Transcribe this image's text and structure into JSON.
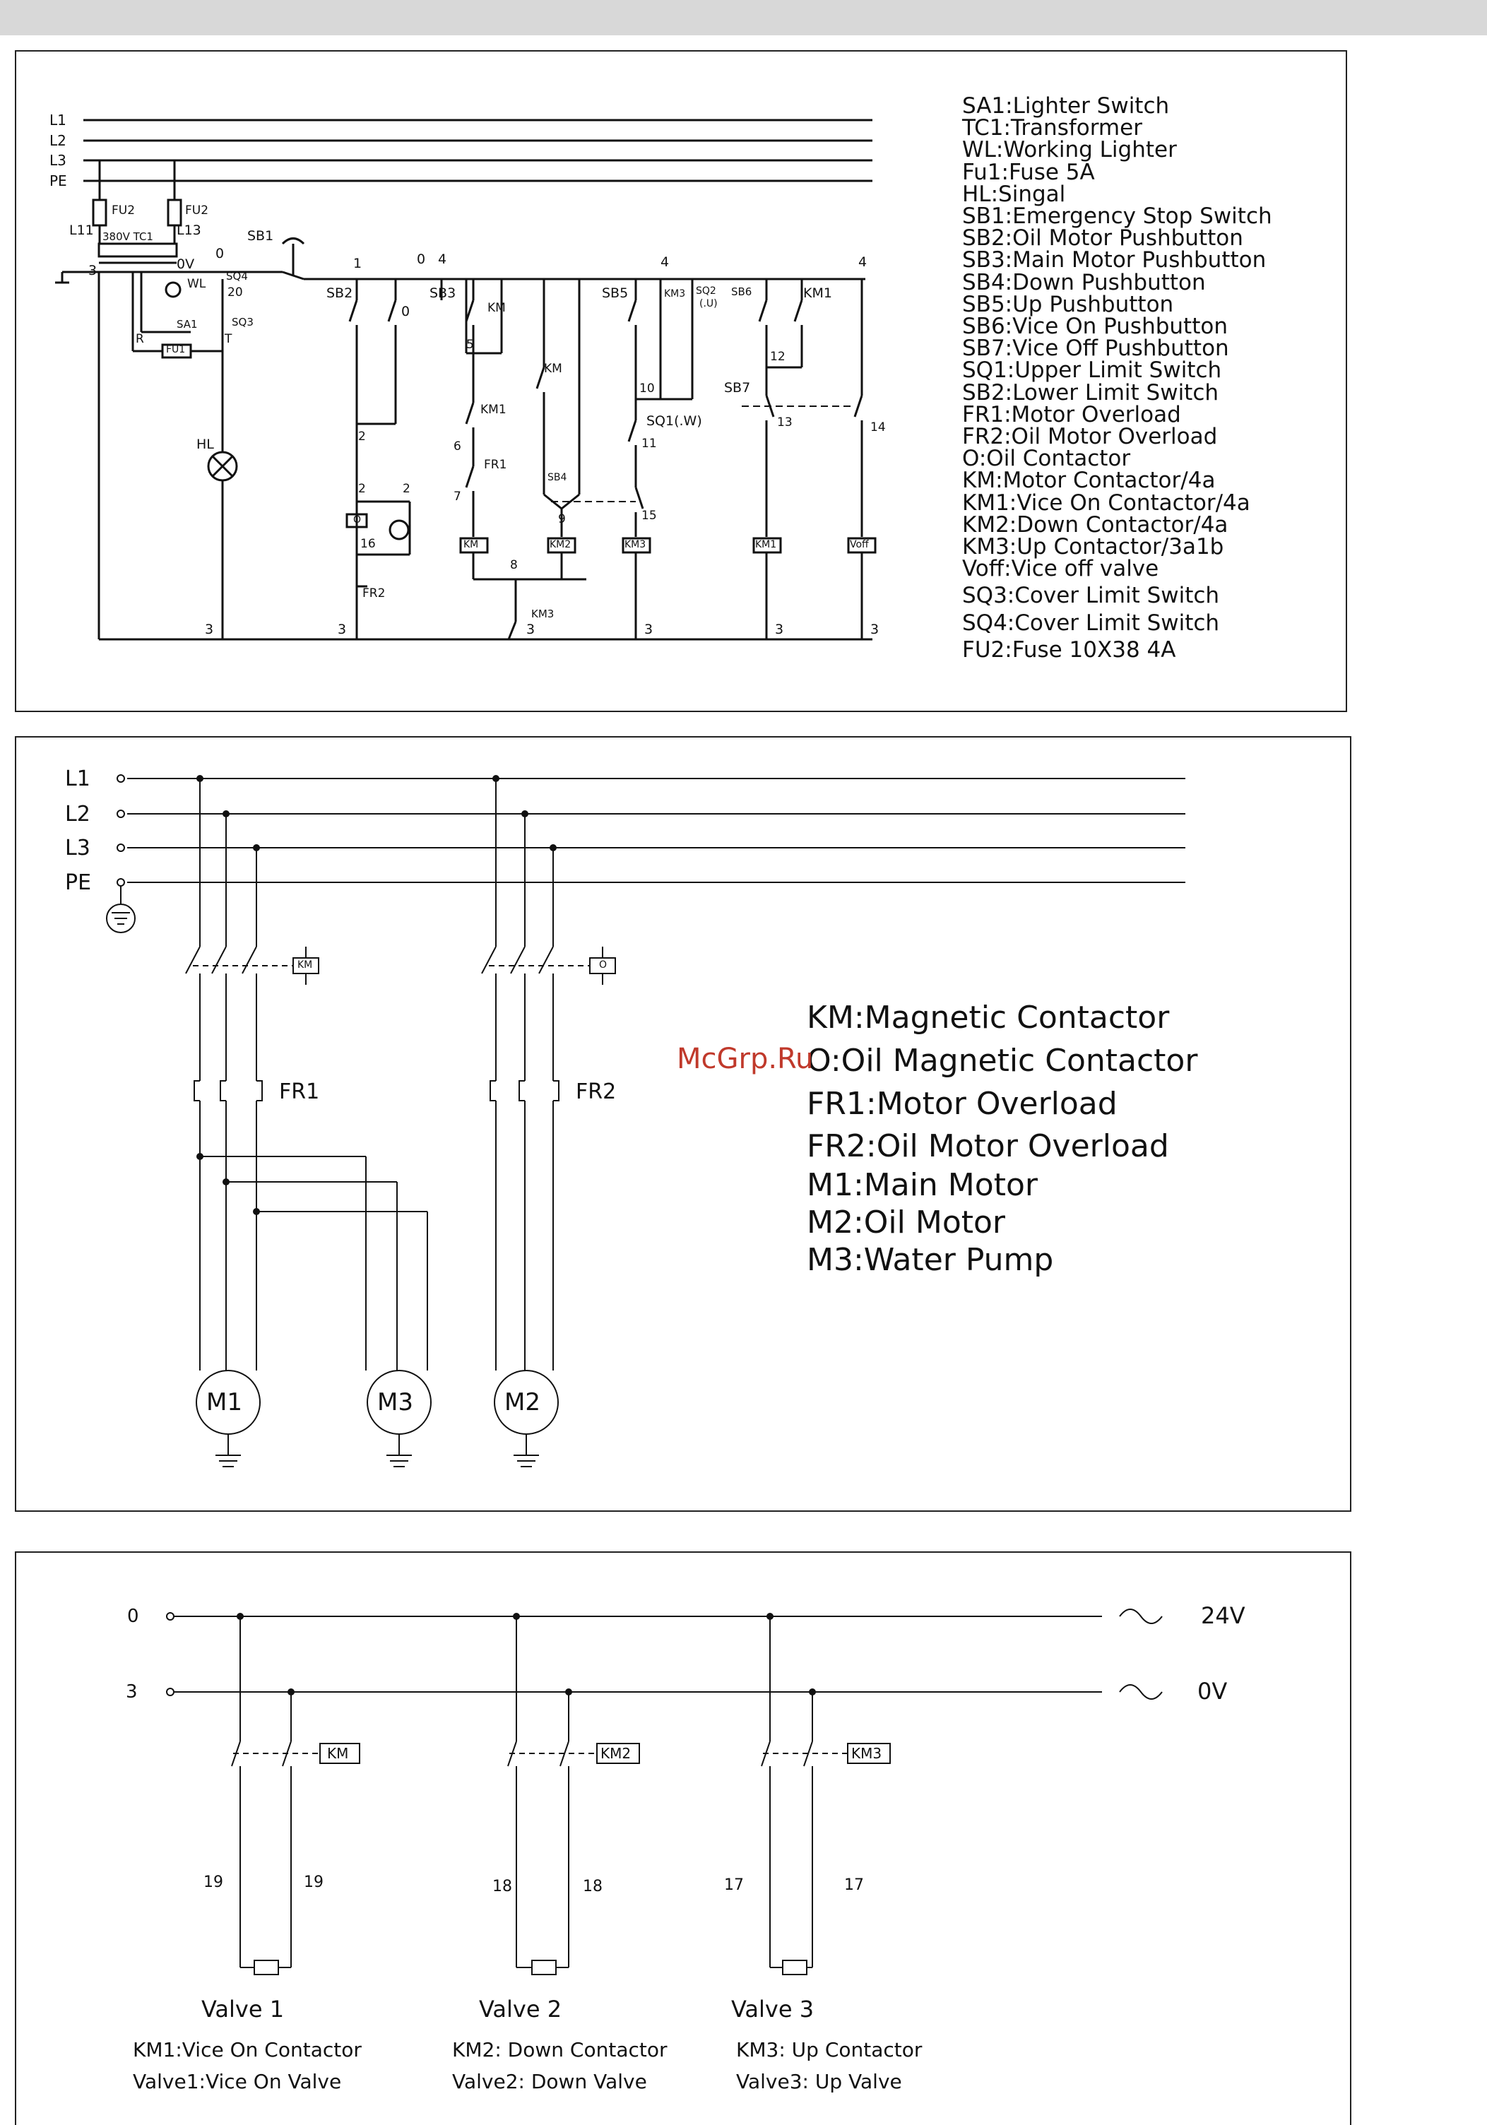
{
  "watermark": "McGrp.Ru",
  "panel1": {
    "legend": [
      "SA1:Lighter Switch",
      "TC1:Transformer",
      "WL:Working Lighter",
      "Fu1:Fuse 5A",
      "HL:Singal",
      "SB1:Emergency Stop Switch",
      "SB2:Oil Motor Pushbutton",
      "SB3:Main Motor Pushbutton",
      "SB4:Down Pushbutton",
      "SB5:Up Pushbutton",
      "SB6:Vice On Pushbutton",
      "SB7:Vice Off Pushbutton",
      "SQ1:Upper Limit Switch",
      "SB2:Lower Limit Switch",
      "FR1:Motor Overload",
      "FR2:Oil Motor Overload",
      "O:Oil Contactor",
      "KM:Motor Contactor/4a",
      "KM1:Vice On Contactor/4a",
      "KM2:Down Contactor/4a",
      "KM3:Up Contactor/3a1b",
      "Voff:Vice off valve",
      "SQ3:Cover Limit Switch",
      "SQ4:Cover Limit Switch",
      "FU2:Fuse 10X38 4A"
    ],
    "lines": [
      "L1",
      "L2",
      "L3",
      "PE"
    ],
    "labels": {
      "fu2a": "FU2",
      "fu2b": "FU2",
      "l11": "L11",
      "l13": "L13",
      "v380": "380V TC1",
      "ov": "0V",
      "three": "3",
      "sb1": "SB1",
      "n0": "0",
      "n1": "1",
      "n0b": "0",
      "n4": "4",
      "n4b": "4",
      "n4c": "4",
      "wl": "WL",
      "sq4": "SQ4",
      "n20": "20",
      "sq3": "SQ3",
      "sa1": "SA1",
      "r": "R",
      "fu1": "FU1",
      "t": "T",
      "sb2": "SB2",
      "o": "0",
      "sb3": "SB3",
      "km_a": "KM",
      "n5": "5",
      "km_b": "KM",
      "km1": "KM1",
      "n6": "6",
      "fr1": "FR1",
      "n7": "7",
      "hl": "HL",
      "n2a": "2",
      "n2b": "2",
      "n2c": "2",
      "n16": "16",
      "fr2": "FR2",
      "sb4": "SB4",
      "n9": "9",
      "n8": "8",
      "km3": "KM3",
      "n3s": [
        "3",
        "3",
        "3",
        "3",
        "3",
        "3"
      ],
      "sb5": "SB5",
      "km3b": "KM3",
      "sq2": "SQ2",
      "u": "(.U)",
      "sb6": "SB6",
      "km1b": "KM1",
      "n10": "10",
      "sq1": "SQ1(.W)",
      "n11": "11",
      "n15": "15",
      "sb7": "SB7",
      "n12": "12",
      "n13": "13",
      "n14": "14",
      "coil_km": "KM",
      "coil_km2": "KM2",
      "coil_km3": "KM3",
      "coil_km1": "KM1",
      "coil_voff": "Voff",
      "coil_o": "O"
    }
  },
  "panel2": {
    "lines": [
      "L1",
      "L2",
      "L3",
      "PE"
    ],
    "km_box": "KM",
    "o_box": "O",
    "fr1": "FR1",
    "fr2": "FR2",
    "motors": [
      "M1",
      "M3",
      "M2"
    ],
    "legend": [
      "KM:Magnetic Contactor",
      "O:Oil Magnetic Contactor",
      "FR1:Motor Overload",
      "FR2:Oil Motor Overload",
      "M1:Main Motor",
      "M2:Oil Motor",
      "M3:Water Pump"
    ]
  },
  "panel3": {
    "rails": [
      {
        "node": "0",
        "voltage": "24V"
      },
      {
        "node": "3",
        "voltage": "0V"
      }
    ],
    "contactors": [
      "KM",
      "KM2",
      "KM3"
    ],
    "wire_numbers": [
      "19",
      "19",
      "18",
      "18",
      "17",
      "17"
    ],
    "valves": [
      "Valve 1",
      "Valve 2",
      "Valve 3"
    ],
    "footer": [
      [
        "KM1:Vice On Contactor",
        "KM2: Down Contactor",
        "KM3: Up Contactor"
      ],
      [
        "Valve1:Vice On Valve",
        "Valve2: Down Valve",
        "Valve3: Up Valve"
      ]
    ]
  }
}
